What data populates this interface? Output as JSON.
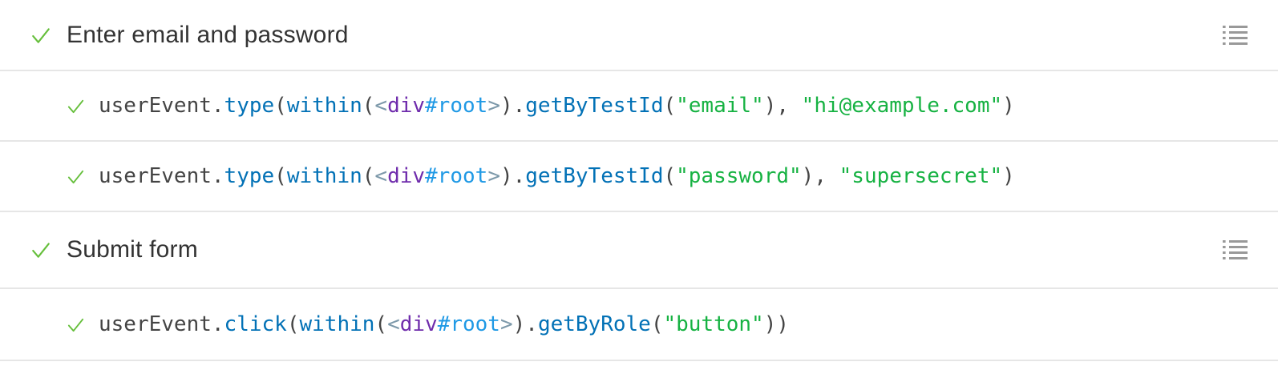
{
  "panel": {
    "name": "interactions-step-list",
    "rows": [
      {
        "type": "group",
        "label": "Enter email and password",
        "status": "passed",
        "right_icon": "list-unordered"
      },
      {
        "type": "call",
        "status": "passed",
        "tokens": [
          {
            "text": "userEvent",
            "color": "base"
          },
          {
            "text": ".",
            "color": "base"
          },
          {
            "text": "type",
            "color": "method"
          },
          {
            "text": "(",
            "color": "base"
          },
          {
            "text": "within",
            "color": "method"
          },
          {
            "text": "(",
            "color": "base"
          },
          {
            "text": "<",
            "color": "muted"
          },
          {
            "text": "div",
            "color": "tag_name"
          },
          {
            "text": "#root",
            "color": "tag_suffix"
          },
          {
            "text": ">",
            "color": "muted"
          },
          {
            "text": ")",
            "color": "base"
          },
          {
            "text": ".",
            "color": "base"
          },
          {
            "text": "getByTestId",
            "color": "method"
          },
          {
            "text": "(",
            "color": "base"
          },
          {
            "text": "\"email\"",
            "color": "string"
          },
          {
            "text": ")",
            "color": "base"
          },
          {
            "text": ", ",
            "color": "base"
          },
          {
            "text": "\"hi@example.com\"",
            "color": "string"
          },
          {
            "text": ")",
            "color": "base"
          }
        ]
      },
      {
        "type": "call",
        "status": "passed",
        "tokens": [
          {
            "text": "userEvent",
            "color": "base"
          },
          {
            "text": ".",
            "color": "base"
          },
          {
            "text": "type",
            "color": "method"
          },
          {
            "text": "(",
            "color": "base"
          },
          {
            "text": "within",
            "color": "method"
          },
          {
            "text": "(",
            "color": "base"
          },
          {
            "text": "<",
            "color": "muted"
          },
          {
            "text": "div",
            "color": "tag_name"
          },
          {
            "text": "#root",
            "color": "tag_suffix"
          },
          {
            "text": ">",
            "color": "muted"
          },
          {
            "text": ")",
            "color": "base"
          },
          {
            "text": ".",
            "color": "base"
          },
          {
            "text": "getByTestId",
            "color": "method"
          },
          {
            "text": "(",
            "color": "base"
          },
          {
            "text": "\"password\"",
            "color": "string"
          },
          {
            "text": ")",
            "color": "base"
          },
          {
            "text": ", ",
            "color": "base"
          },
          {
            "text": "\"supersecret\"",
            "color": "string"
          },
          {
            "text": ")",
            "color": "base"
          }
        ]
      },
      {
        "type": "group",
        "label": "Submit form",
        "status": "passed",
        "right_icon": "list-unordered"
      },
      {
        "type": "call",
        "status": "passed",
        "tokens": [
          {
            "text": "userEvent",
            "color": "base"
          },
          {
            "text": ".",
            "color": "base"
          },
          {
            "text": "click",
            "color": "method"
          },
          {
            "text": "(",
            "color": "base"
          },
          {
            "text": "within",
            "color": "method"
          },
          {
            "text": "(",
            "color": "base"
          },
          {
            "text": "<",
            "color": "muted"
          },
          {
            "text": "div",
            "color": "tag_name"
          },
          {
            "text": "#root",
            "color": "tag_suffix"
          },
          {
            "text": ">",
            "color": "muted"
          },
          {
            "text": ")",
            "color": "base"
          },
          {
            "text": ".",
            "color": "base"
          },
          {
            "text": "getByRole",
            "color": "method"
          },
          {
            "text": "(",
            "color": "base"
          },
          {
            "text": "\"button\"",
            "color": "string"
          },
          {
            "text": ")",
            "color": "base"
          },
          {
            "text": ")",
            "color": "base"
          }
        ]
      }
    ]
  },
  "colors": {
    "success_check": "#66BF3C",
    "border": "#e6e6e6",
    "group_label_text": "#333333",
    "code_base": "#444444",
    "code_method": "#0271B6",
    "code_string": "#16B242",
    "code_tag_name": "#6F2CAC",
    "code_tag_suffix": "#1F99E5",
    "code_muted": "#7D99AA",
    "list_icon": "#999999",
    "background": "#ffffff"
  }
}
